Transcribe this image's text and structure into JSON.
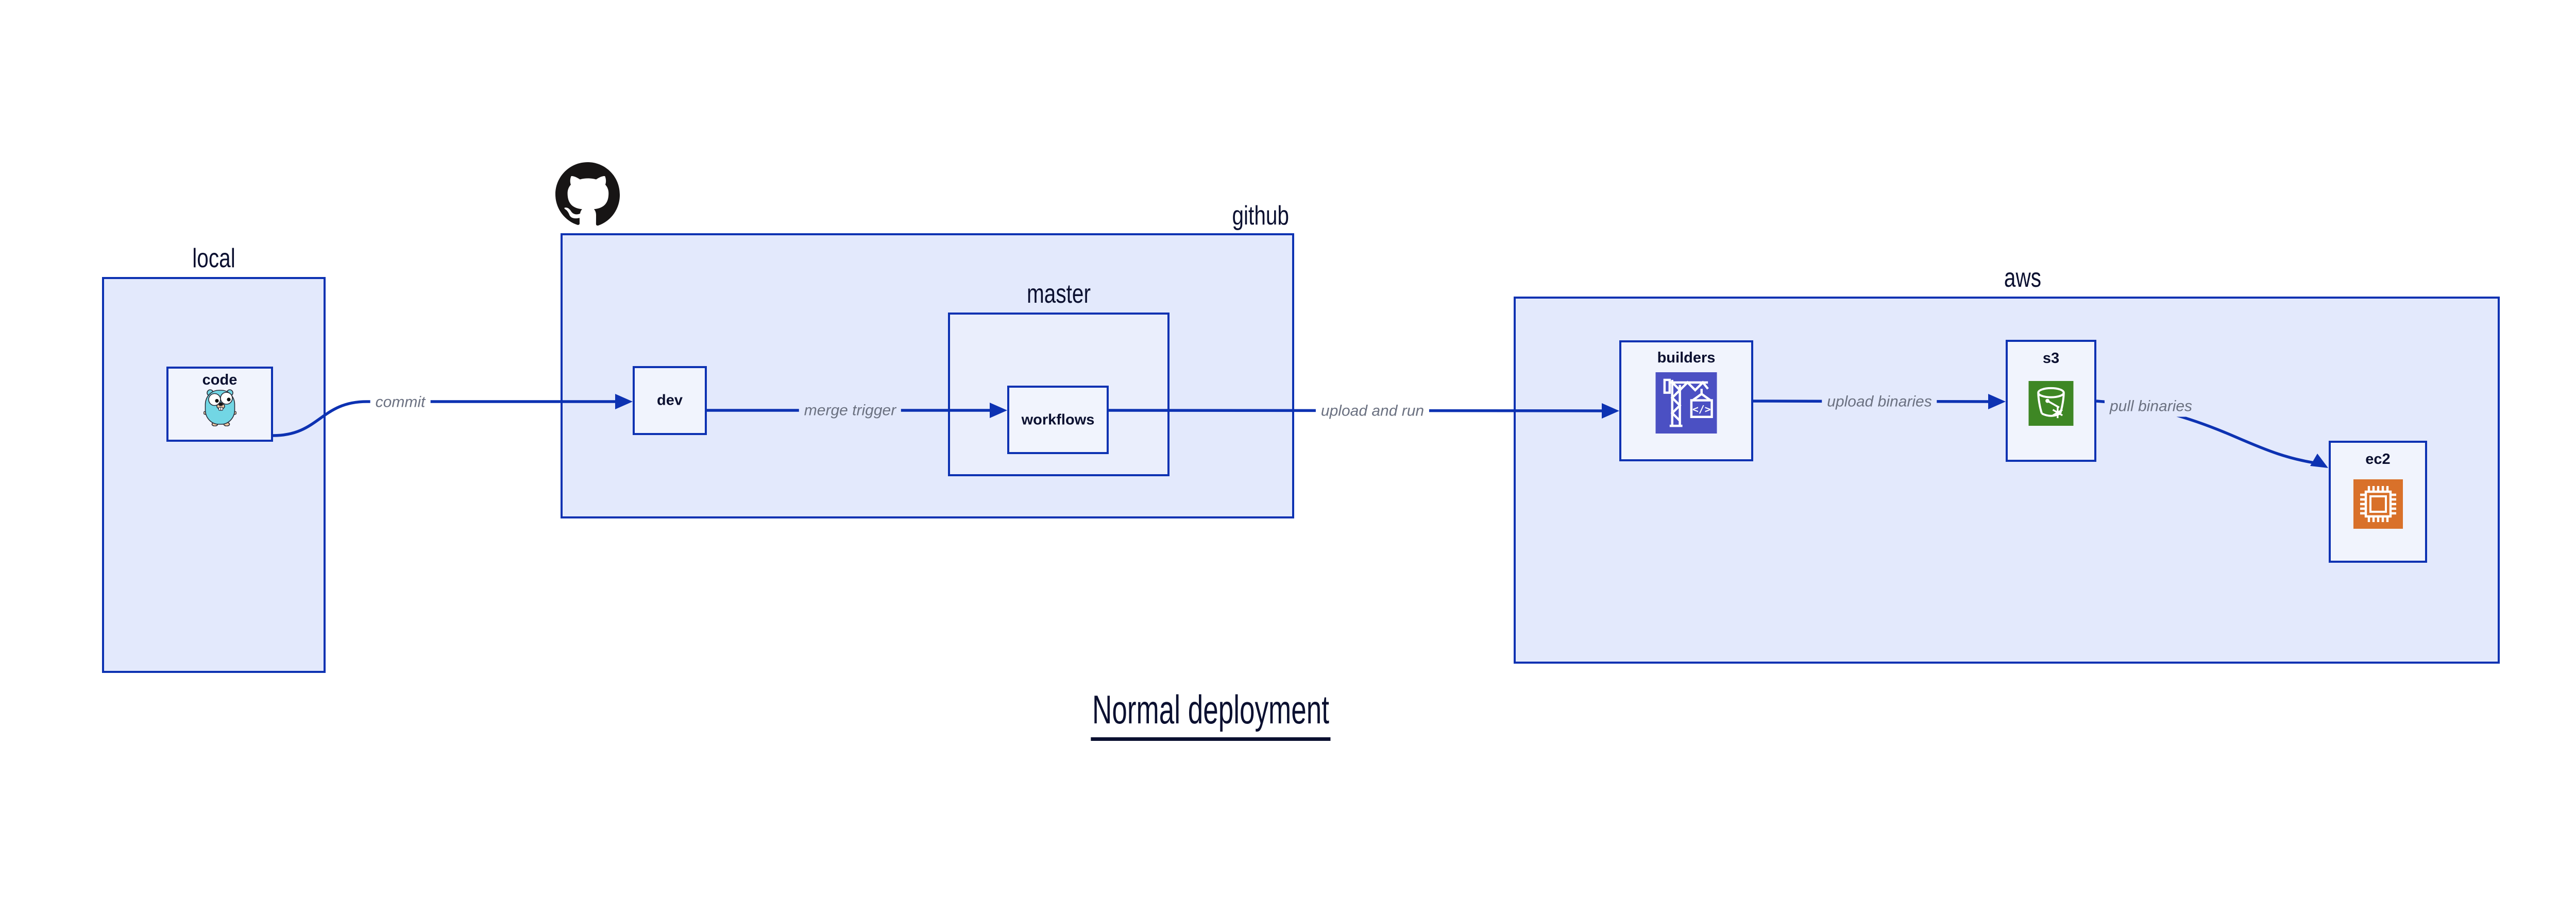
{
  "title": {
    "text": "Normal deployment"
  },
  "groups": {
    "local": {
      "label": "local"
    },
    "github": {
      "label": "github"
    },
    "master": {
      "label": "master"
    },
    "aws": {
      "label": "aws"
    }
  },
  "nodes": {
    "code": {
      "label": "code"
    },
    "dev": {
      "label": "dev"
    },
    "workflows": {
      "label": "workflows"
    },
    "builders": {
      "label": "builders"
    },
    "s3": {
      "label": "s3"
    },
    "ec2": {
      "label": "ec2"
    }
  },
  "edges": {
    "commit": {
      "label": "commit"
    },
    "merge_trigger": {
      "label": "merge trigger"
    },
    "upload_and_run": {
      "label": "upload and run"
    },
    "upload_binaries": {
      "label": "upload binaries"
    },
    "pull_binaries": {
      "label": "pull binaries"
    }
  },
  "icons": {
    "octocat": "github-octocat-logo",
    "gopher": "go-gopher-mascot",
    "builders": "aws-codebuild-crane-icon",
    "s3": "aws-s3-bucket-icon",
    "ec2": "aws-ec2-chip-icon"
  },
  "colors": {
    "canvas": "#ffffff",
    "border": "#0d32b2",
    "edge": "#0d32b2",
    "container_fill": "#e3e9fc",
    "master_fill": "#eaeefc",
    "node_fill": "#f1f4fd",
    "label": "#0b1030",
    "edge_label": "#6b7181",
    "codebuild_purple": "#4b50c3",
    "s3_green": "#3e8724",
    "ec2_orange": "#d9712a",
    "octocat_black": "#171515",
    "gopher_teal": "#72d6e4",
    "gopher_tan": "#f0c9a2"
  }
}
